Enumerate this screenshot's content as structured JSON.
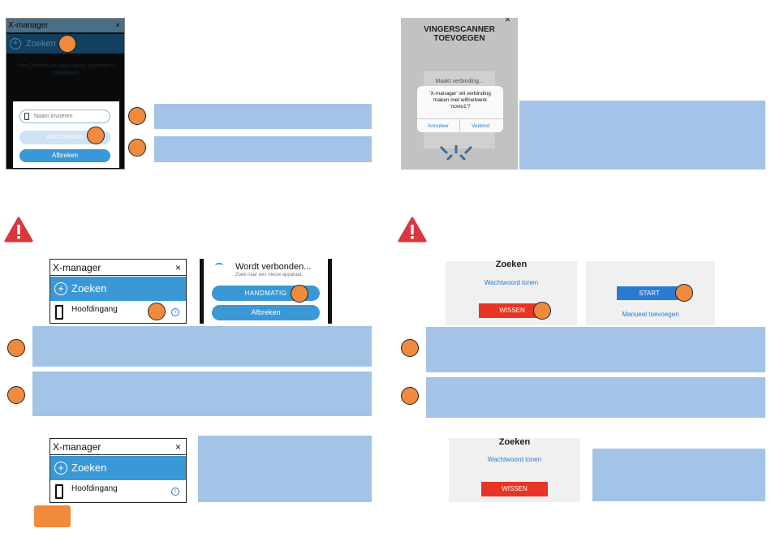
{
  "screen1": {
    "title": "X-manager",
    "close": "×",
    "search_label": "Zoeken",
    "search_plus": "+",
    "hint": "Kies Zoeken om een nieuw apparaat te installeren.",
    "input_placeholder": "Naam invoeren",
    "save_button": "VASTLEGGEN",
    "cancel_button": "Afbreken"
  },
  "screen2": {
    "title_line1": "VINGERSCANNER",
    "title_line2": "TOEVOEGEN",
    "close": "×",
    "connecting": "Maakt verbinding...",
    "dialog_line1": "'X-manager' wil verbinding",
    "dialog_line2": "maken met wifinetwerk",
    "dialog_line3": "'novio1'?",
    "dialog_cancel": "Annuleer",
    "dialog_connect": "Verbind"
  },
  "screen3": {
    "title": "X-manager",
    "close": "×",
    "search_label": "Zoeken",
    "search_plus": "+",
    "device_label": "Hoofdingang",
    "info": "i"
  },
  "screen4": {
    "status_title": "Wordt verbonden...",
    "status_sub": "Zoek naar een nieuw apparaat.",
    "manual_button": "HANDMATIG",
    "cancel_button": "Afbreken"
  },
  "screen5": {
    "title": "Zoeken",
    "show_password": "Wachtwoord tonen",
    "delete_button": "WISSEN"
  },
  "screen6": {
    "start_button": "START",
    "manual_add": "Manueel toevoegen"
  },
  "screen7": {
    "title": "X-manager",
    "close": "×",
    "search_label": "Zoeken",
    "search_plus": "+",
    "device_label": "Hoofdingang",
    "info": "i"
  },
  "screen8": {
    "title": "Zoeken",
    "show_password": "Wachtwoord tonen",
    "delete_button": "WISSEN"
  },
  "colors": {
    "callout_blue": "#a3c4e6",
    "marker_orange": "#f08a3c",
    "app_blue": "#3a98d6",
    "warning_red": "#d9363e",
    "delete_red": "#e83424"
  }
}
